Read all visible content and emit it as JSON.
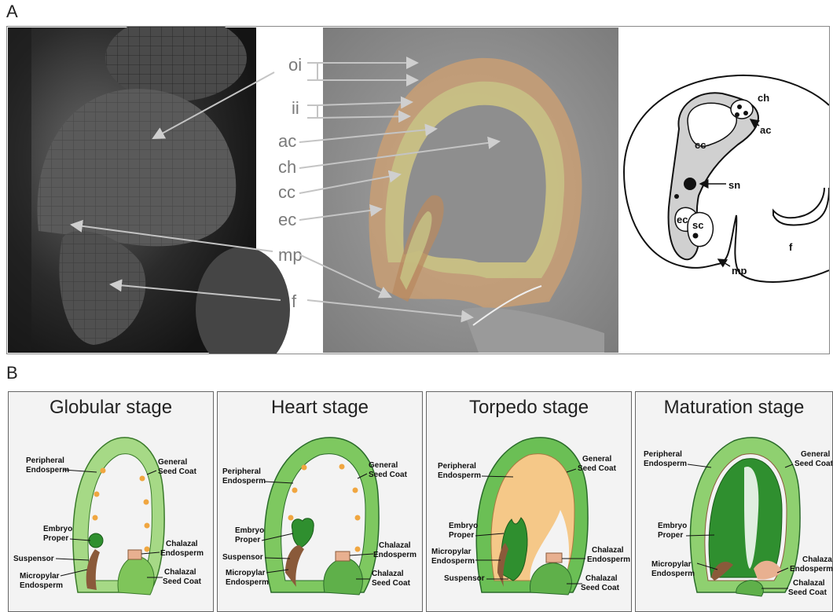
{
  "panel_a": {
    "letter": "A",
    "middle_labels": [
      "oi",
      "ii",
      "ac",
      "ch",
      "cc",
      "ec",
      "mp",
      "f"
    ],
    "schematic_labels": {
      "ch": "ch",
      "ac": "ac",
      "cc": "cc",
      "sn": "sn",
      "ec": "ec",
      "sc": "sc",
      "mp": "mp",
      "f": "f"
    }
  },
  "panel_b": {
    "letter": "B",
    "stages": [
      {
        "title": "Globular stage",
        "labels": {
          "peripheral_l1": "Peripheral",
          "peripheral_l2": "Endosperm",
          "general_l1": "General",
          "general_l2": "Seed Coat",
          "embryo_l1": "Embryo",
          "embryo_l2": "Proper",
          "suspensor": "Suspensor",
          "micropylar_l1": "Micropylar",
          "micropylar_l2": "Endosperm",
          "chalazal_endo_l1": "Chalazal",
          "chalazal_endo_l2": "Endosperm",
          "chalazal_coat_l1": "Chalazal",
          "chalazal_coat_l2": "Seed Coat"
        }
      },
      {
        "title": "Heart stage",
        "labels": {
          "peripheral_l1": "Peripheral",
          "peripheral_l2": "Endosperm",
          "general_l1": "General",
          "general_l2": "Seed Coat",
          "embryo_l1": "Embryo",
          "embryo_l2": "Proper",
          "suspensor": "Suspensor",
          "micropylar_l1": "Micropylar",
          "micropylar_l2": "Endosperm",
          "chalazal_endo_l1": "Chalazal",
          "chalazal_endo_l2": "Endosperm",
          "chalazal_coat_l1": "Chalazal",
          "chalazal_coat_l2": "Seed Coat"
        }
      },
      {
        "title": "Torpedo stage",
        "labels": {
          "peripheral_l1": "Peripheral",
          "peripheral_l2": "Endosperm",
          "general_l1": "General",
          "general_l2": "Seed Coat",
          "embryo_l1": "Embryo",
          "embryo_l2": "Proper",
          "micropylar_l1": "Micropylar",
          "micropylar_l2": "Endosperm",
          "suspensor": "Suspensor",
          "chalazal_endo_l1": "Chalazal",
          "chalazal_endo_l2": "Endosperm",
          "chalazal_coat_l1": "Chalazal",
          "chalazal_coat_l2": "Seed Coat"
        }
      },
      {
        "title": "Maturation  stage",
        "labels": {
          "peripheral_l1": "Peripheral",
          "peripheral_l2": "Endosperm",
          "general_l1": "General",
          "general_l2": "Seed Coat",
          "embryo_l1": "Embryo",
          "embryo_l2": "Proper",
          "micropylar_l1": "Micropylar",
          "micropylar_l2": "Endosperm",
          "chalazal_endo_l1": "Chalazal",
          "chalazal_endo_l2": "Endosperm",
          "chalazal_coat_l1": "Chalazal",
          "chalazal_coat_l2": "Seed Coat"
        }
      }
    ]
  },
  "colors": {
    "seed_coat": "#9fd67a",
    "endosperm_dots": "#f0a640",
    "embryo": "#2f8f2f",
    "suspensor": "#8a5a3a",
    "chalazal_endo": "#e8b090",
    "torpedo_endo": "#f5c888",
    "sem_bg": "#2a2a2a",
    "dic_bg": "#8c8c8c"
  }
}
